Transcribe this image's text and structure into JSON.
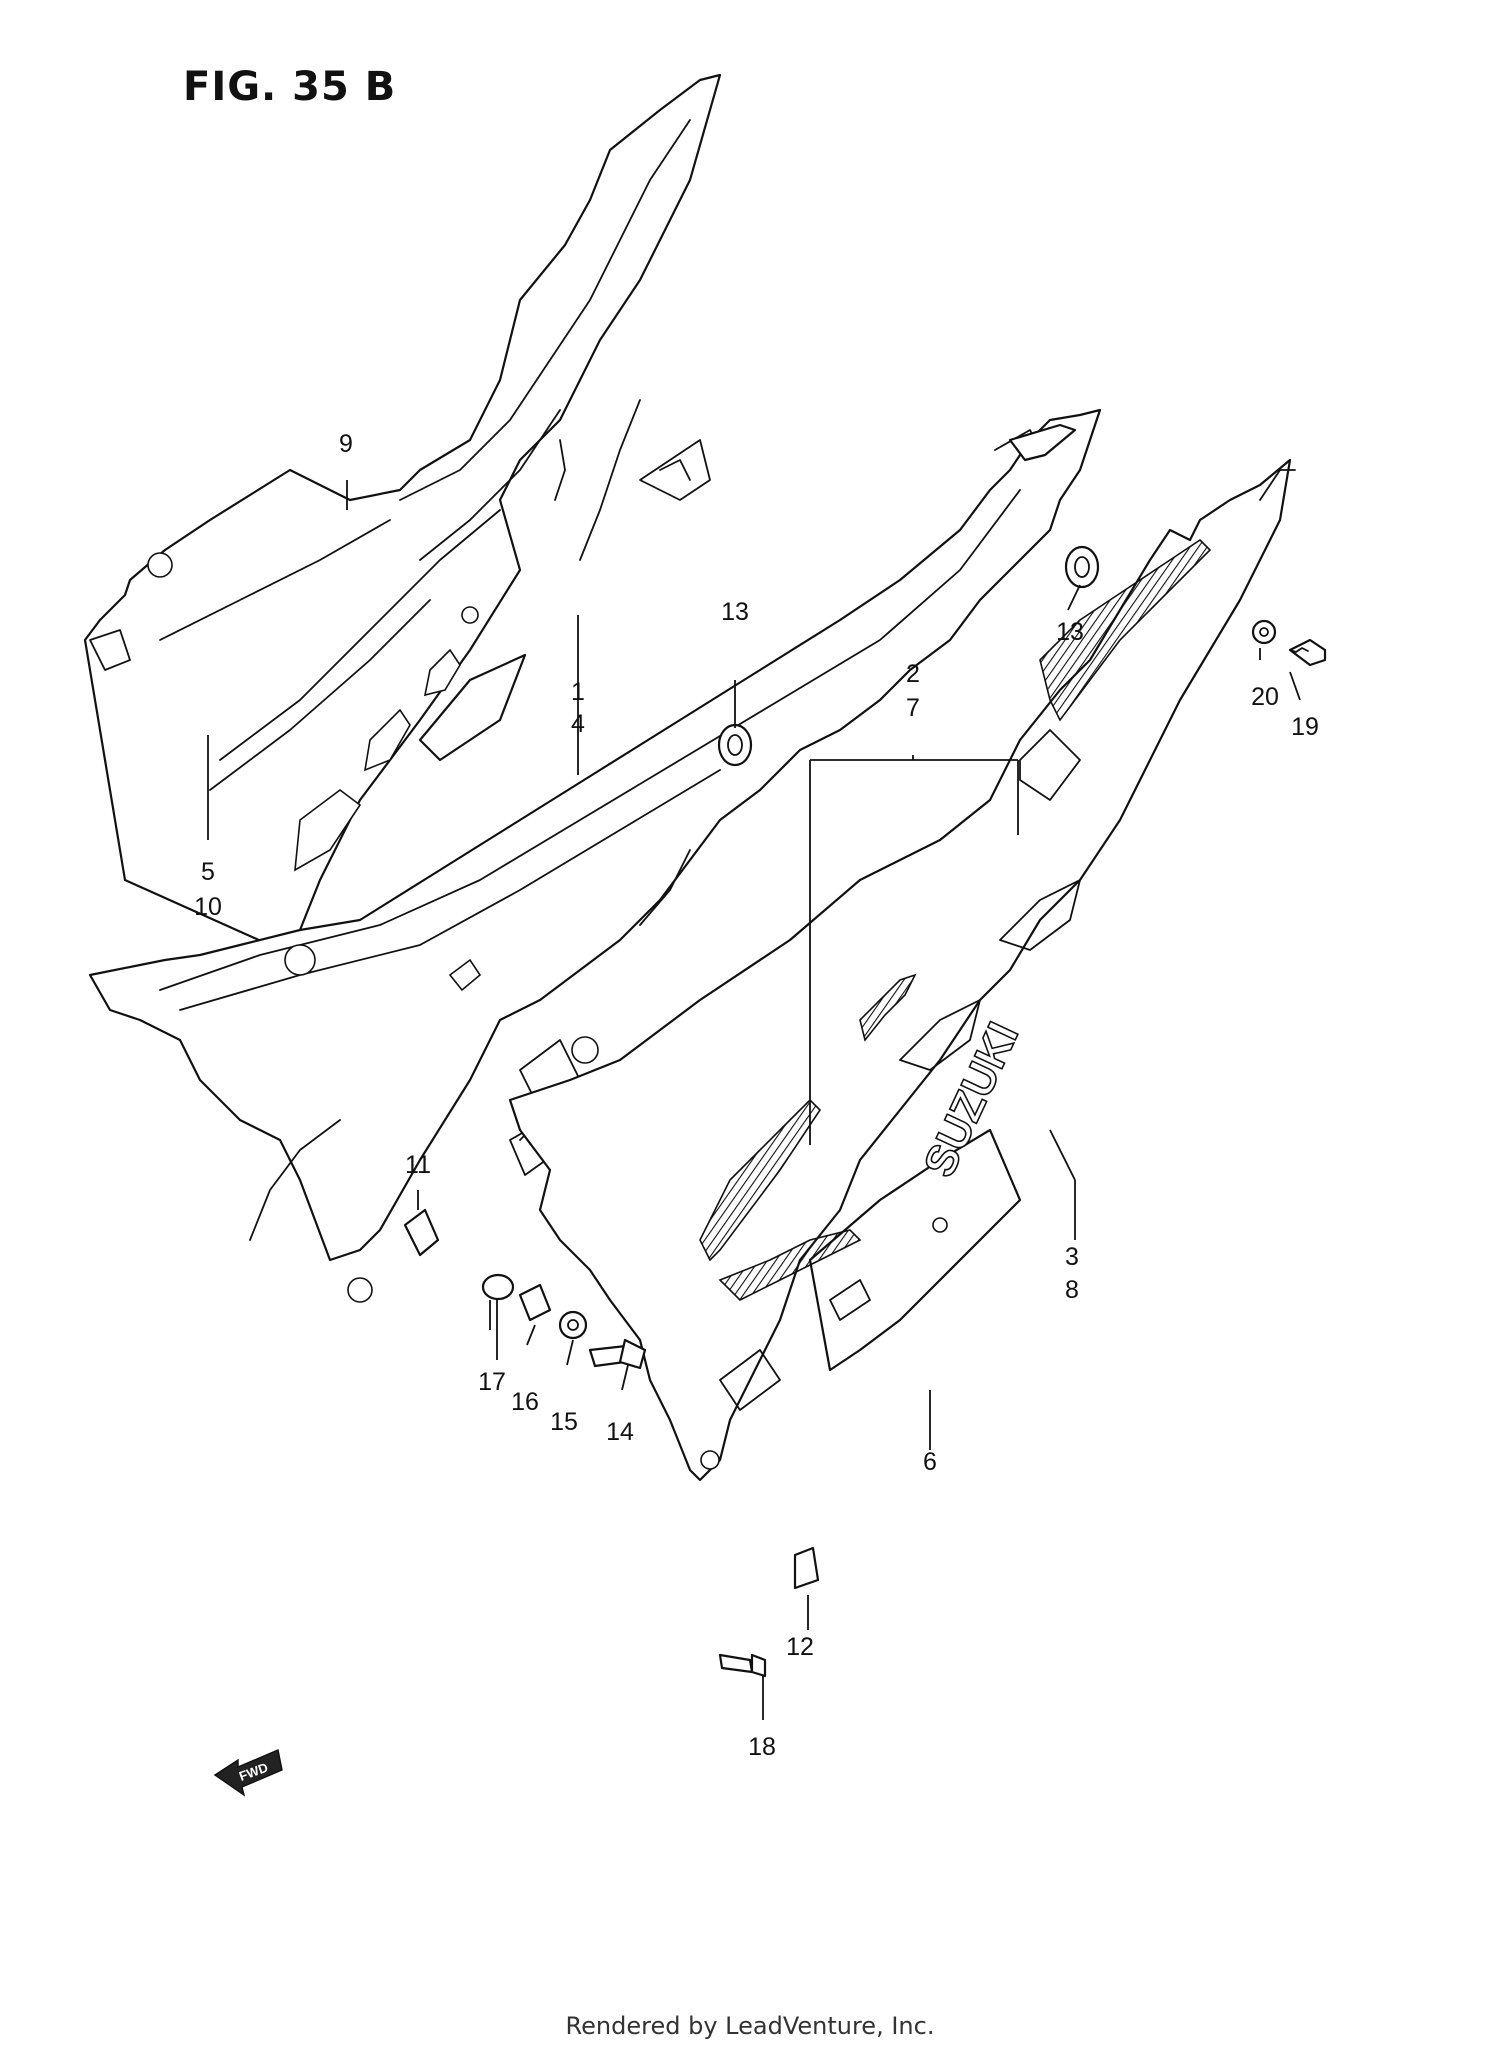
{
  "figure": {
    "title": "FIG. 35 B",
    "brand_decal_text": "SUZUKI",
    "fwd_marker": "FWD",
    "footer": "Rendered by LeadVenture, Inc."
  },
  "callouts": [
    {
      "id": "c9",
      "lines": [
        "9"
      ]
    },
    {
      "id": "c5",
      "lines": [
        "5",
        "10"
      ]
    },
    {
      "id": "c1",
      "lines": [
        "1",
        "4"
      ]
    },
    {
      "id": "c13a",
      "lines": [
        "13"
      ]
    },
    {
      "id": "c13b",
      "lines": [
        "13"
      ]
    },
    {
      "id": "c2",
      "lines": [
        "2",
        "7"
      ]
    },
    {
      "id": "c20",
      "lines": [
        "20"
      ]
    },
    {
      "id": "c19",
      "lines": [
        "19"
      ]
    },
    {
      "id": "c3",
      "lines": [
        "3",
        "8"
      ]
    },
    {
      "id": "c11",
      "lines": [
        "11"
      ]
    },
    {
      "id": "c17",
      "lines": [
        "17"
      ]
    },
    {
      "id": "c16",
      "lines": [
        "16"
      ]
    },
    {
      "id": "c15",
      "lines": [
        "15"
      ]
    },
    {
      "id": "c14",
      "lines": [
        "14"
      ]
    },
    {
      "id": "c6",
      "lines": [
        "6"
      ]
    },
    {
      "id": "c12",
      "lines": [
        "12"
      ]
    },
    {
      "id": "c18",
      "lines": [
        "18"
      ]
    }
  ]
}
